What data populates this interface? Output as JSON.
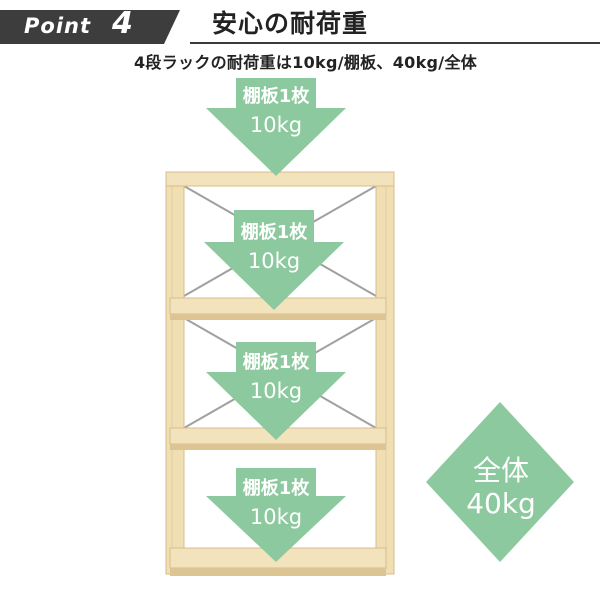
{
  "header": {
    "point_word": "Point",
    "point_number": "4",
    "title": "安心の耐荷重",
    "subtitle": "4段ラックの耐荷重は10kg/棚板、40kg/全体"
  },
  "shelf_loads": [
    {
      "label": "棚板1枚",
      "weight": "10kg"
    },
    {
      "label": "棚板1枚",
      "weight": "10kg"
    },
    {
      "label": "棚板1枚",
      "weight": "10kg"
    },
    {
      "label": "棚板1枚",
      "weight": "10kg"
    }
  ],
  "total_load": {
    "label": "全体",
    "weight": "40kg"
  },
  "colors": {
    "badge": "#3d3d3d",
    "arrow": "#8cc99e",
    "diamond": "#8cc99e",
    "wood": "#f1dfb4",
    "wood_shade": "#dcc493",
    "brace": "#9a9a9a"
  }
}
